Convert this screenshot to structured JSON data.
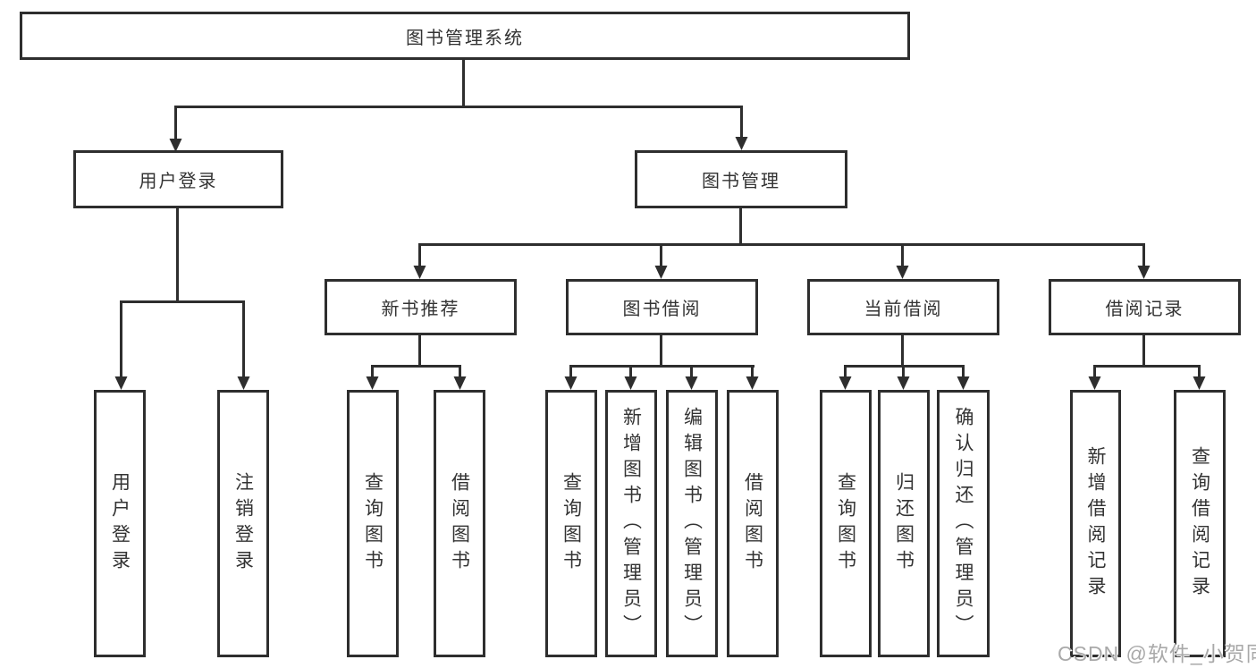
{
  "diagram": {
    "root": "图书管理系统",
    "level2": [
      "用户登录",
      "图书管理"
    ],
    "level3": [
      "新书推荐",
      "图书借阅",
      "当前借阅",
      "借阅记录"
    ],
    "leaves": {
      "user_login": [
        "用户登录",
        "注销登录"
      ],
      "new_book": [
        "查询图书",
        "借阅图书"
      ],
      "book_borrow": [
        "查询图书",
        "新增图书（管理员）",
        "编辑图书（管理员）",
        "借阅图书"
      ],
      "current_borrow": [
        "查询图书",
        "归还图书",
        "确认归还（管理员）"
      ],
      "borrow_record": [
        "新增借阅记录",
        "查询借阅记录"
      ]
    }
  },
  "watermark": "CSDN @软件_小贺同学",
  "colors": {
    "line": "#2e2e2e",
    "text": "#333333",
    "background": "#ffffff",
    "watermark": "#a9a9a9"
  }
}
